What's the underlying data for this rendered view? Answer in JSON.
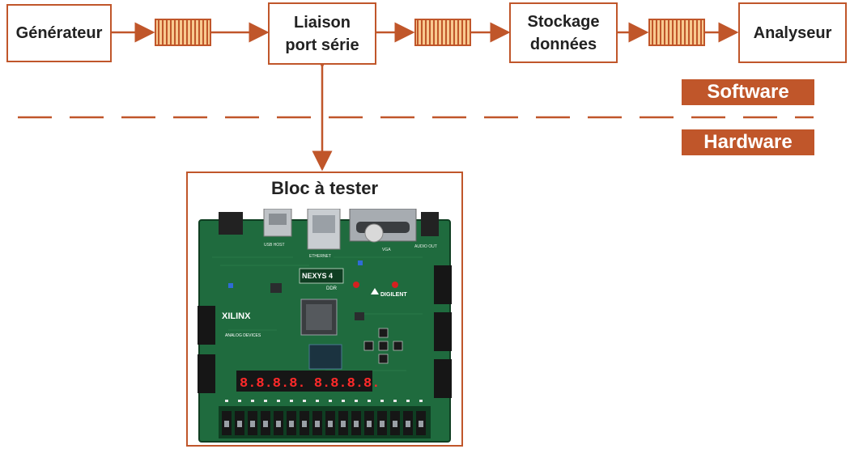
{
  "nodes": {
    "generateur": "Générateur",
    "liaison": "Liaison\nport série",
    "stockage": "Stockage\ndonnées",
    "analyseur": "Analyseur"
  },
  "layers": {
    "software": "Software",
    "hardware": "Hardware"
  },
  "tester": {
    "title": "Bloc à tester",
    "board": {
      "brand": "XILINX",
      "model": "NEXYS 4",
      "model_sub": "DDR",
      "maker": "DIGILENT",
      "analog": "ANALOG DEVICES",
      "seven_seg": "8.8.8.8. 8.8.8.8.",
      "labels": {
        "usb_host": "USB HOST",
        "ethernet": "ETHERNET",
        "vga": "VGA",
        "audio": "AUDIO OUT"
      }
    }
  },
  "colors": {
    "accent": "#c0562a",
    "packet": "#f4a65e",
    "board_green": "#1f6b3e",
    "board_dark": "#164f2e",
    "segment_red": "#ff2a2a"
  }
}
